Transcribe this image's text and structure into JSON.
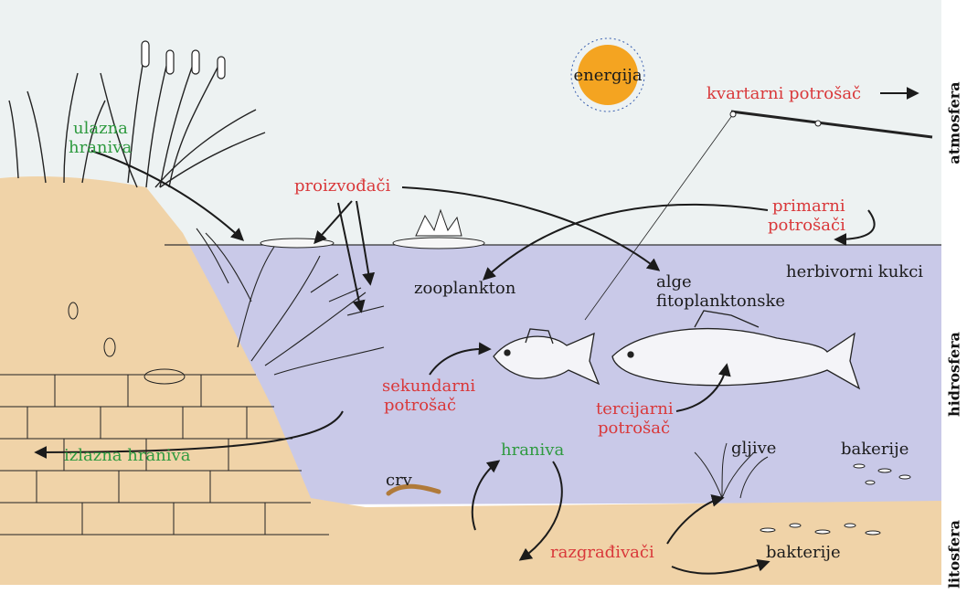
{
  "sun": {
    "label": "energija"
  },
  "labels": {
    "kvartarni": "kvartarni potrošač",
    "ulazna": [
      "ulazna",
      "hraniva"
    ],
    "proizvodjaci": "proizvođači",
    "primarni": [
      "primarni",
      "potrošači"
    ],
    "herbivorni": "herbivorni kukci",
    "zooplankton": "zooplankton",
    "alge": [
      "alge",
      "fitoplanktonske"
    ],
    "sekundarni": [
      "sekundarni",
      "potrošač"
    ],
    "tercijarni": [
      "tercijarni",
      "potrošač"
    ],
    "izlazna": "izlazna hraniva",
    "hraniva": "hraniva",
    "crv": "crv",
    "gljive": "gljive",
    "bakerije": "bakerije",
    "razgradjivaci": "razgrađivači",
    "bakterije": "bakterije"
  },
  "side_labels": {
    "atmosfera": "atmosfera",
    "hidrosfera": "hidrosfera",
    "litosfera": "litosfera"
  },
  "colors": {
    "water": "#c9c9e8",
    "sky": "#edf2f2",
    "soil": "#f0d3a8",
    "sun": "#f4a421",
    "producer_text": "#d9383a",
    "nutrient_text": "#2e9a3f"
  }
}
